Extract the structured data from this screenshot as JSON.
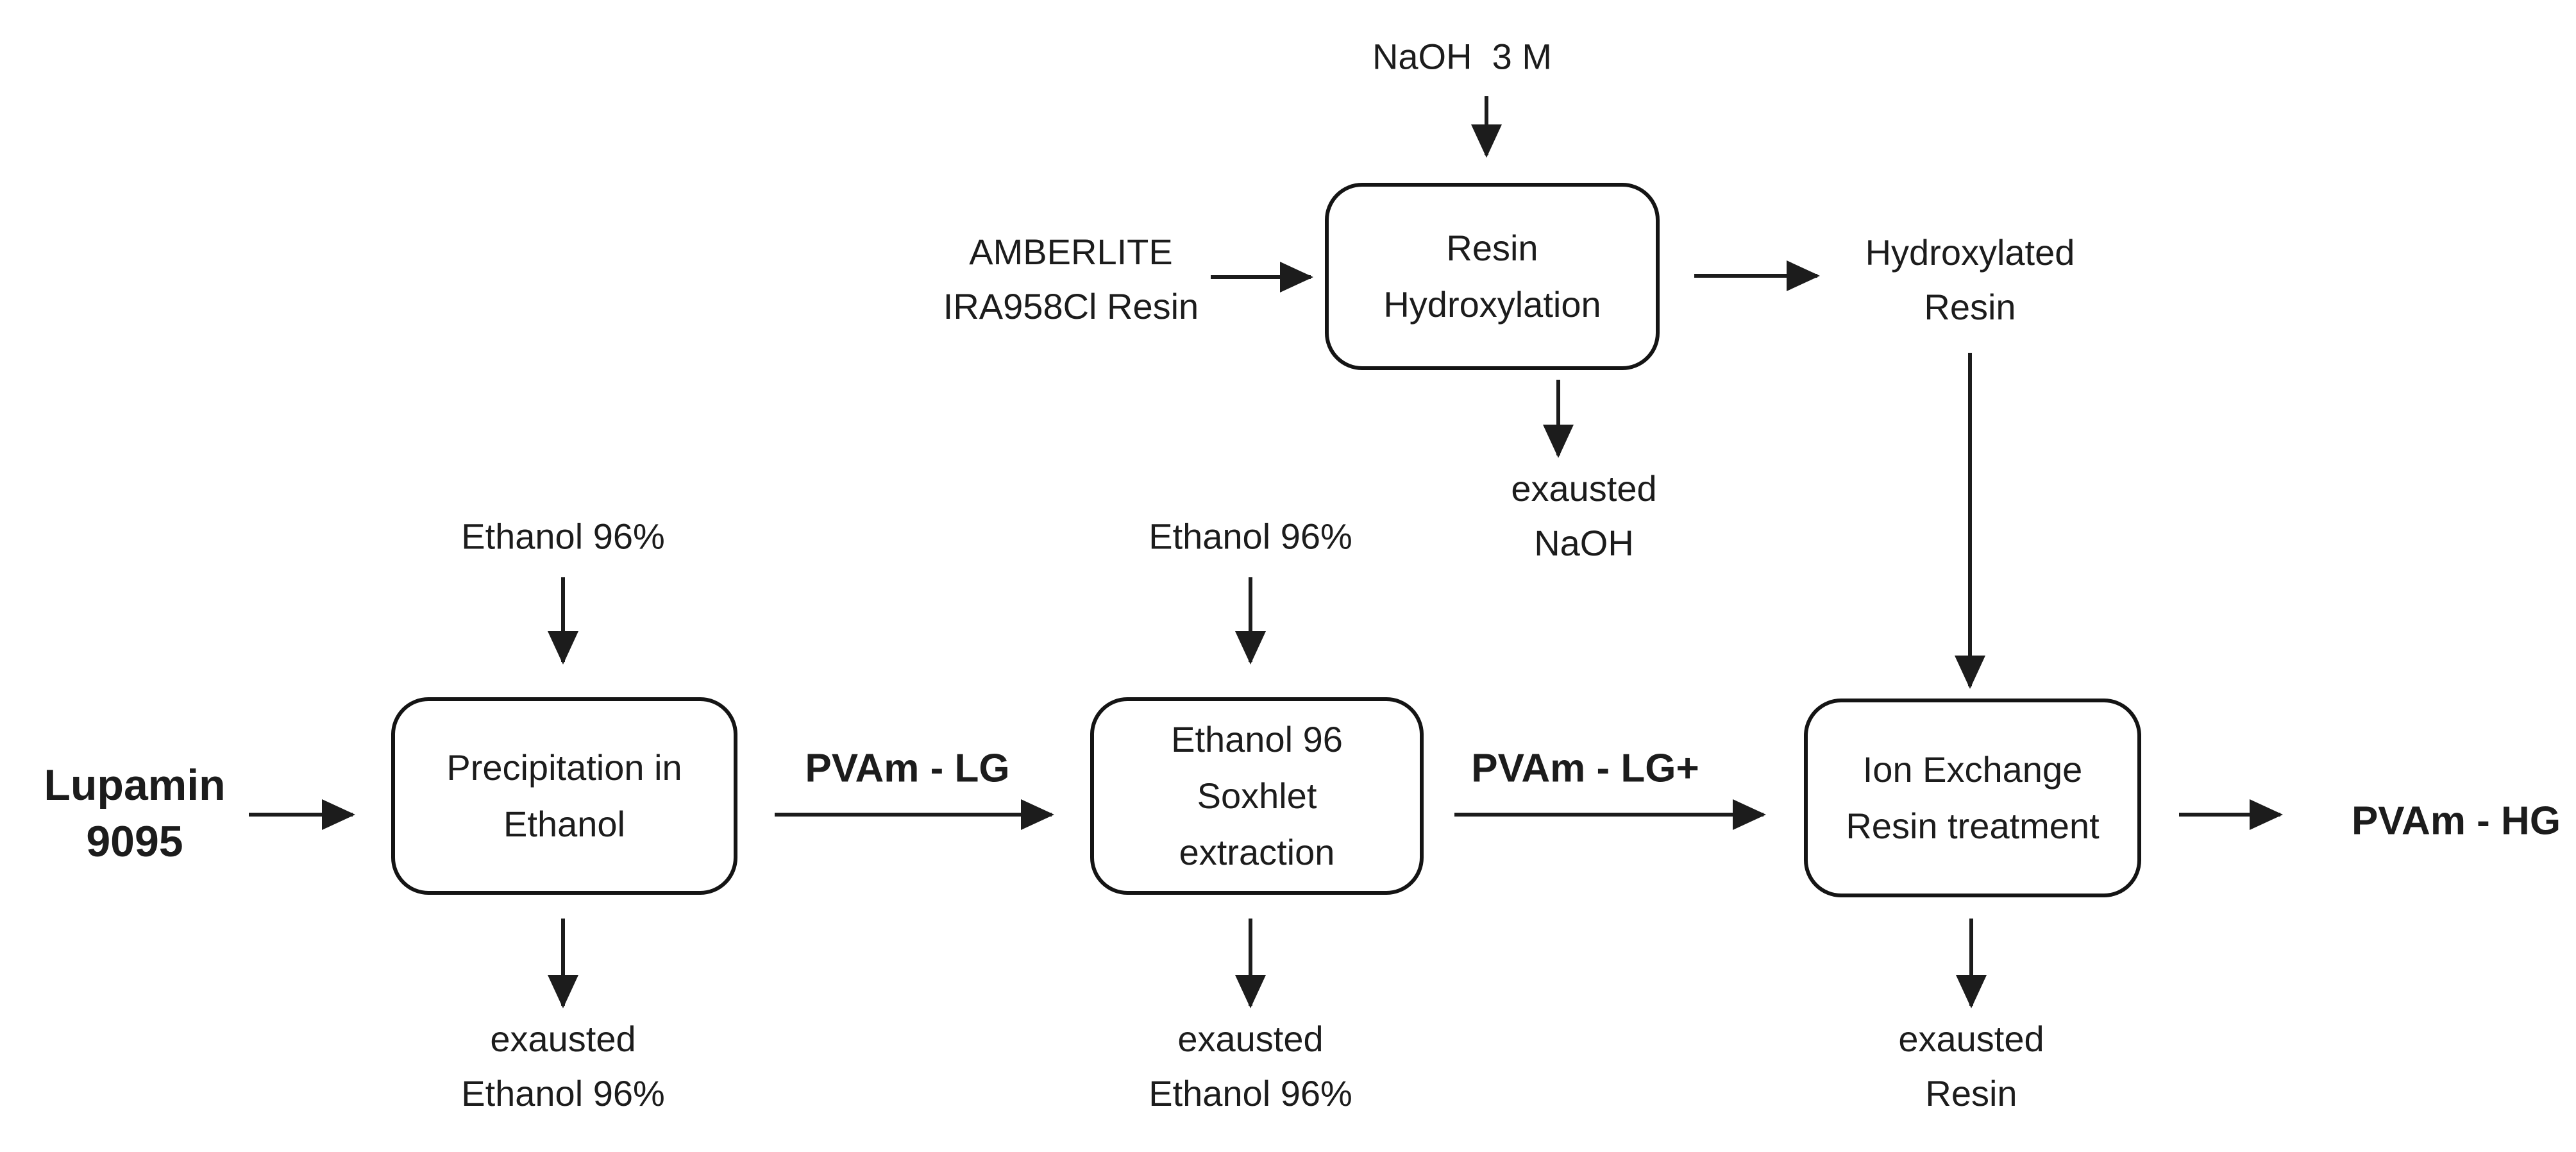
{
  "colors": {
    "ink": "#1c1c1c",
    "background": "#ffffff"
  },
  "nodes": {
    "resin_hydroxylation": {
      "lines": [
        "Resin",
        "Hydroxylation"
      ]
    },
    "precipitation": {
      "lines": [
        "Precipitation in",
        "Ethanol"
      ]
    },
    "soxhlet": {
      "lines": [
        "Ethanol 96",
        "Soxhlet",
        "extraction"
      ]
    },
    "ion_exchange": {
      "lines": [
        "Ion Exchange",
        "Resin treatment"
      ]
    }
  },
  "labels": {
    "naoh": "NaOH  3 M",
    "amberlite": [
      "AMBERLITE",
      "IRA958Cl Resin"
    ],
    "hydroxylated_resin": [
      "Hydroxylated",
      "Resin"
    ],
    "exausted_naoh": [
      "exausted",
      "NaOH"
    ],
    "ethanol_above_precipitation": "Ethanol 96%",
    "ethanol_above_soxhlet": "Ethanol 96%",
    "lupamin": [
      "Lupamin",
      "9095"
    ],
    "pvam_lg": "PVAm - LG",
    "pvam_lg_plus": "PVAm - LG+",
    "pvam_hg": "PVAm - HG",
    "exausted_ethanol_precipitation": [
      "exausted",
      "Ethanol 96%"
    ],
    "exausted_ethanol_soxhlet": [
      "exausted",
      "Ethanol 96%"
    ],
    "exausted_resin": [
      "exausted",
      "Resin"
    ]
  }
}
